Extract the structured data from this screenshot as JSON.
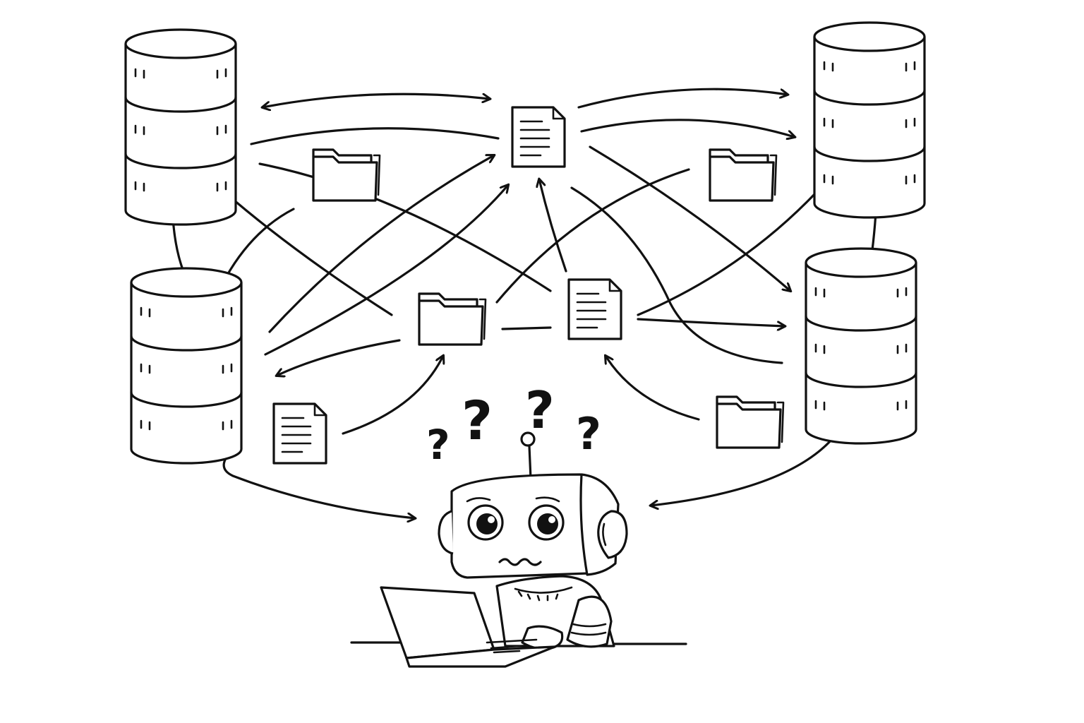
{
  "scene": {
    "colors": {
      "ink": "#111111",
      "background": "#ffffff"
    },
    "nodes": [
      {
        "id": "db-top-left",
        "icon": "database-icon"
      },
      {
        "id": "db-mid-left",
        "icon": "database-icon"
      },
      {
        "id": "db-top-right",
        "icon": "database-icon"
      },
      {
        "id": "db-mid-right",
        "icon": "database-icon"
      },
      {
        "id": "doc-top-center",
        "icon": "document-icon"
      },
      {
        "id": "doc-center",
        "icon": "document-icon"
      },
      {
        "id": "doc-bottom-left",
        "icon": "document-icon"
      },
      {
        "id": "folder-upper-left",
        "icon": "folder-icon"
      },
      {
        "id": "folder-center",
        "icon": "folder-icon"
      },
      {
        "id": "folder-upper-right",
        "icon": "folder-icon"
      },
      {
        "id": "folder-lower-right",
        "icon": "folder-icon"
      }
    ],
    "character": {
      "icon": "confused-robot-icon",
      "device": "laptop-icon"
    },
    "question_marks": [
      "?",
      "?",
      "?",
      "?"
    ]
  }
}
